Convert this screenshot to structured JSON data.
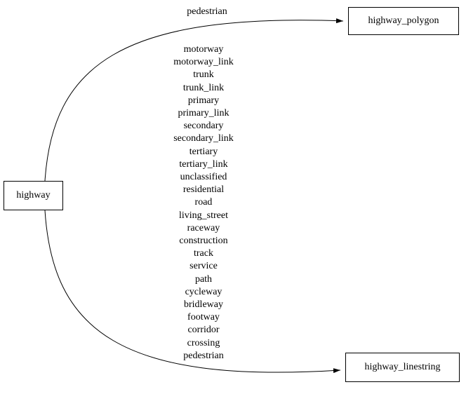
{
  "diagram": {
    "background_color": "#ffffff",
    "stroke_color": "#000000",
    "text_color": "#000000",
    "nodes": [
      {
        "id": "highway",
        "label": "highway"
      },
      {
        "id": "highway_polygon",
        "label": "highway_polygon"
      },
      {
        "id": "highway_linestring",
        "label": "highway_linestring"
      }
    ],
    "edges": [
      {
        "from": "highway",
        "to": "highway_polygon",
        "label_lines": [
          "pedestrian"
        ]
      },
      {
        "from": "highway",
        "to": "highway_linestring",
        "label_lines": [
          "motorway",
          "motorway_link",
          "trunk",
          "trunk_link",
          "primary",
          "primary_link",
          "secondary",
          "secondary_link",
          "tertiary",
          "tertiary_link",
          "unclassified",
          "residential",
          "road",
          "living_street",
          "raceway",
          "construction",
          "track",
          "service",
          "path",
          "cycleway",
          "bridleway",
          "footway",
          "corridor",
          "crossing",
          "pedestrian"
        ]
      }
    ]
  }
}
